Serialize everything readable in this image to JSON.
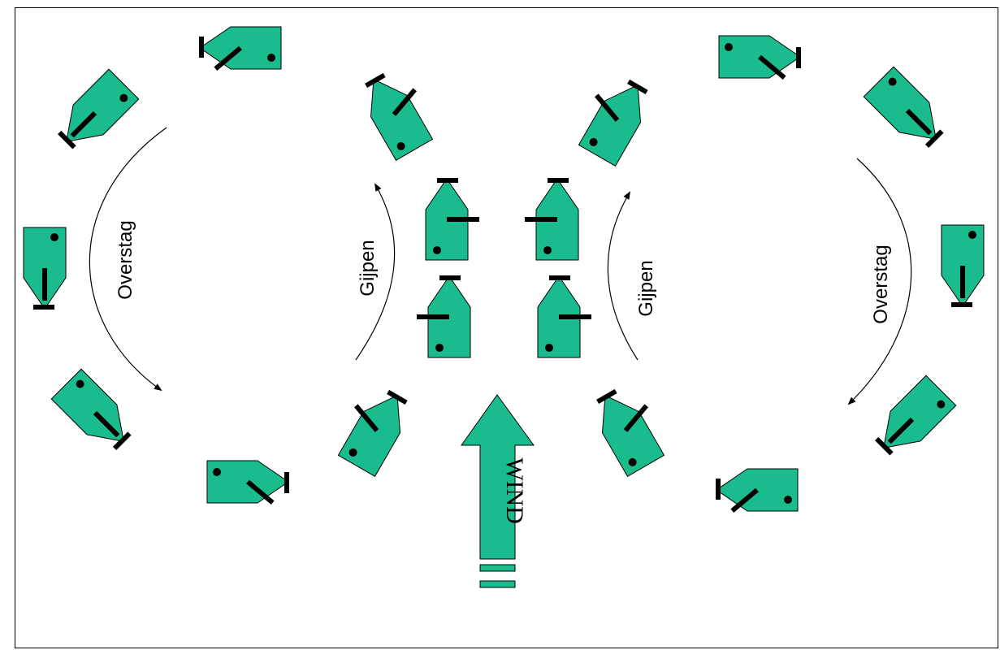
{
  "labels": {
    "overstag_left": "Overstag",
    "gijpen_left": "Gijpen",
    "gijpen_right": "Gijpen",
    "overstag_right": "Overstag",
    "wind": "WIND"
  },
  "colors": {
    "hull": "#1abc8e",
    "outline": "#000000",
    "sail": "#000000",
    "background": "#ffffff"
  }
}
